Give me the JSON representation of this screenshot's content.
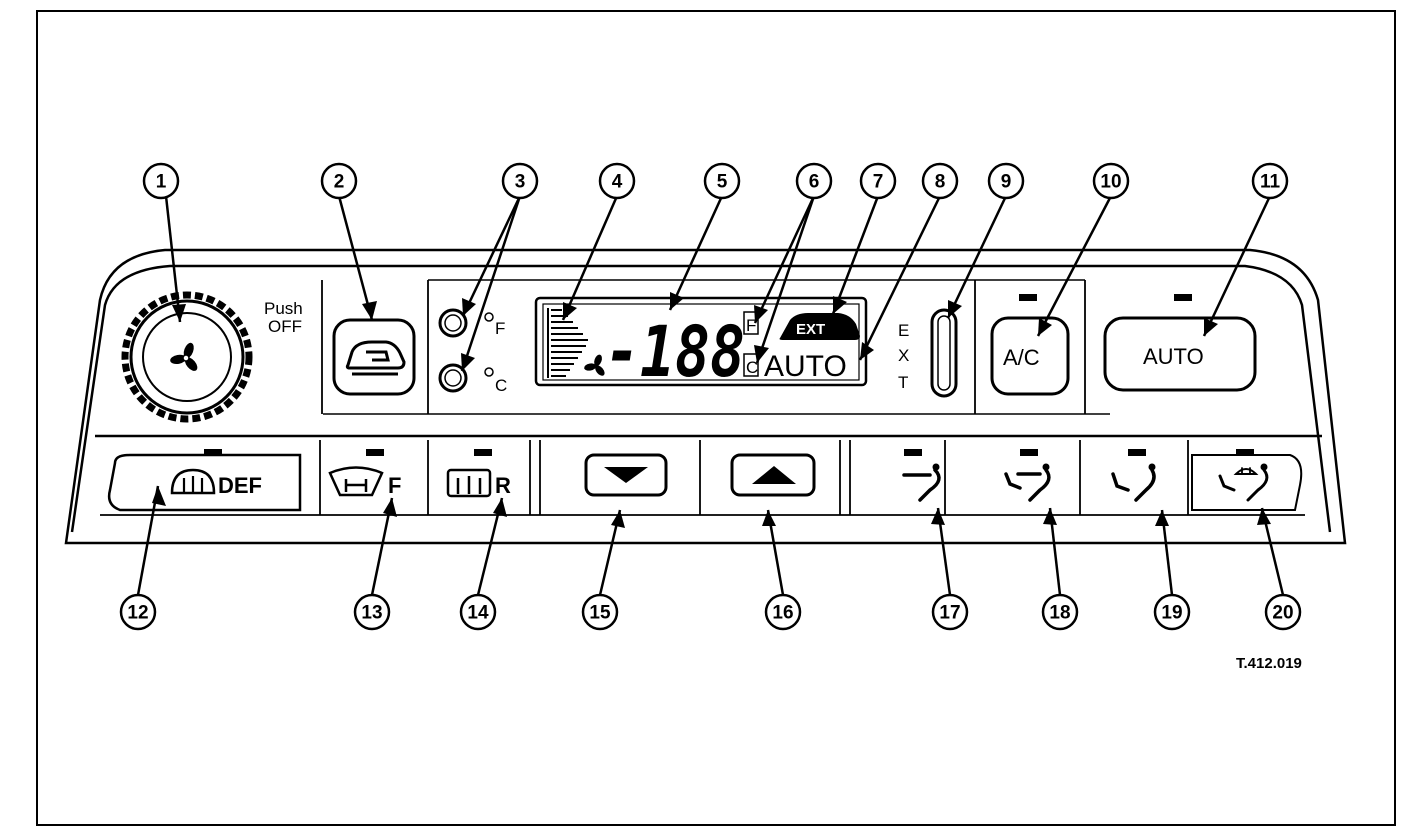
{
  "figure_code": "T.412.019",
  "callouts": [
    "1",
    "2",
    "3",
    "4",
    "5",
    "6",
    "7",
    "8",
    "9",
    "10",
    "11",
    "12",
    "13",
    "14",
    "15",
    "16",
    "17",
    "18",
    "19",
    "20"
  ],
  "labels": {
    "push_off_line1": "Push",
    "push_off_line2": "OFF",
    "unit_f": "F",
    "unit_c": "C",
    "lcd_digits": "-188",
    "lcd_f": "F",
    "lcd_c": "C",
    "lcd_ext": "EXT",
    "lcd_auto": "AUTO",
    "ext_e": "E",
    "ext_x": "X",
    "ext_t": "T",
    "ac_button": "A/C",
    "auto_button": "AUTO",
    "def_button": "DEF",
    "front_def_suffix": "F",
    "rear_def_suffix": "R"
  },
  "icons": {
    "fan": "fan-icon",
    "recirculation": "recirculation-car-icon",
    "windshield_defrost": "windshield-defrost-icon",
    "front_defrost": "front-windshield-heater-icon",
    "rear_defrost": "rear-window-heater-icon",
    "temp_down": "triangle-down-icon",
    "temp_up": "triangle-up-icon",
    "vent_face": "airflow-face-icon",
    "vent_bilevel": "airflow-bilevel-icon",
    "vent_feet": "airflow-feet-icon",
    "vent_feet_defrost": "airflow-feet-defrost-icon"
  }
}
